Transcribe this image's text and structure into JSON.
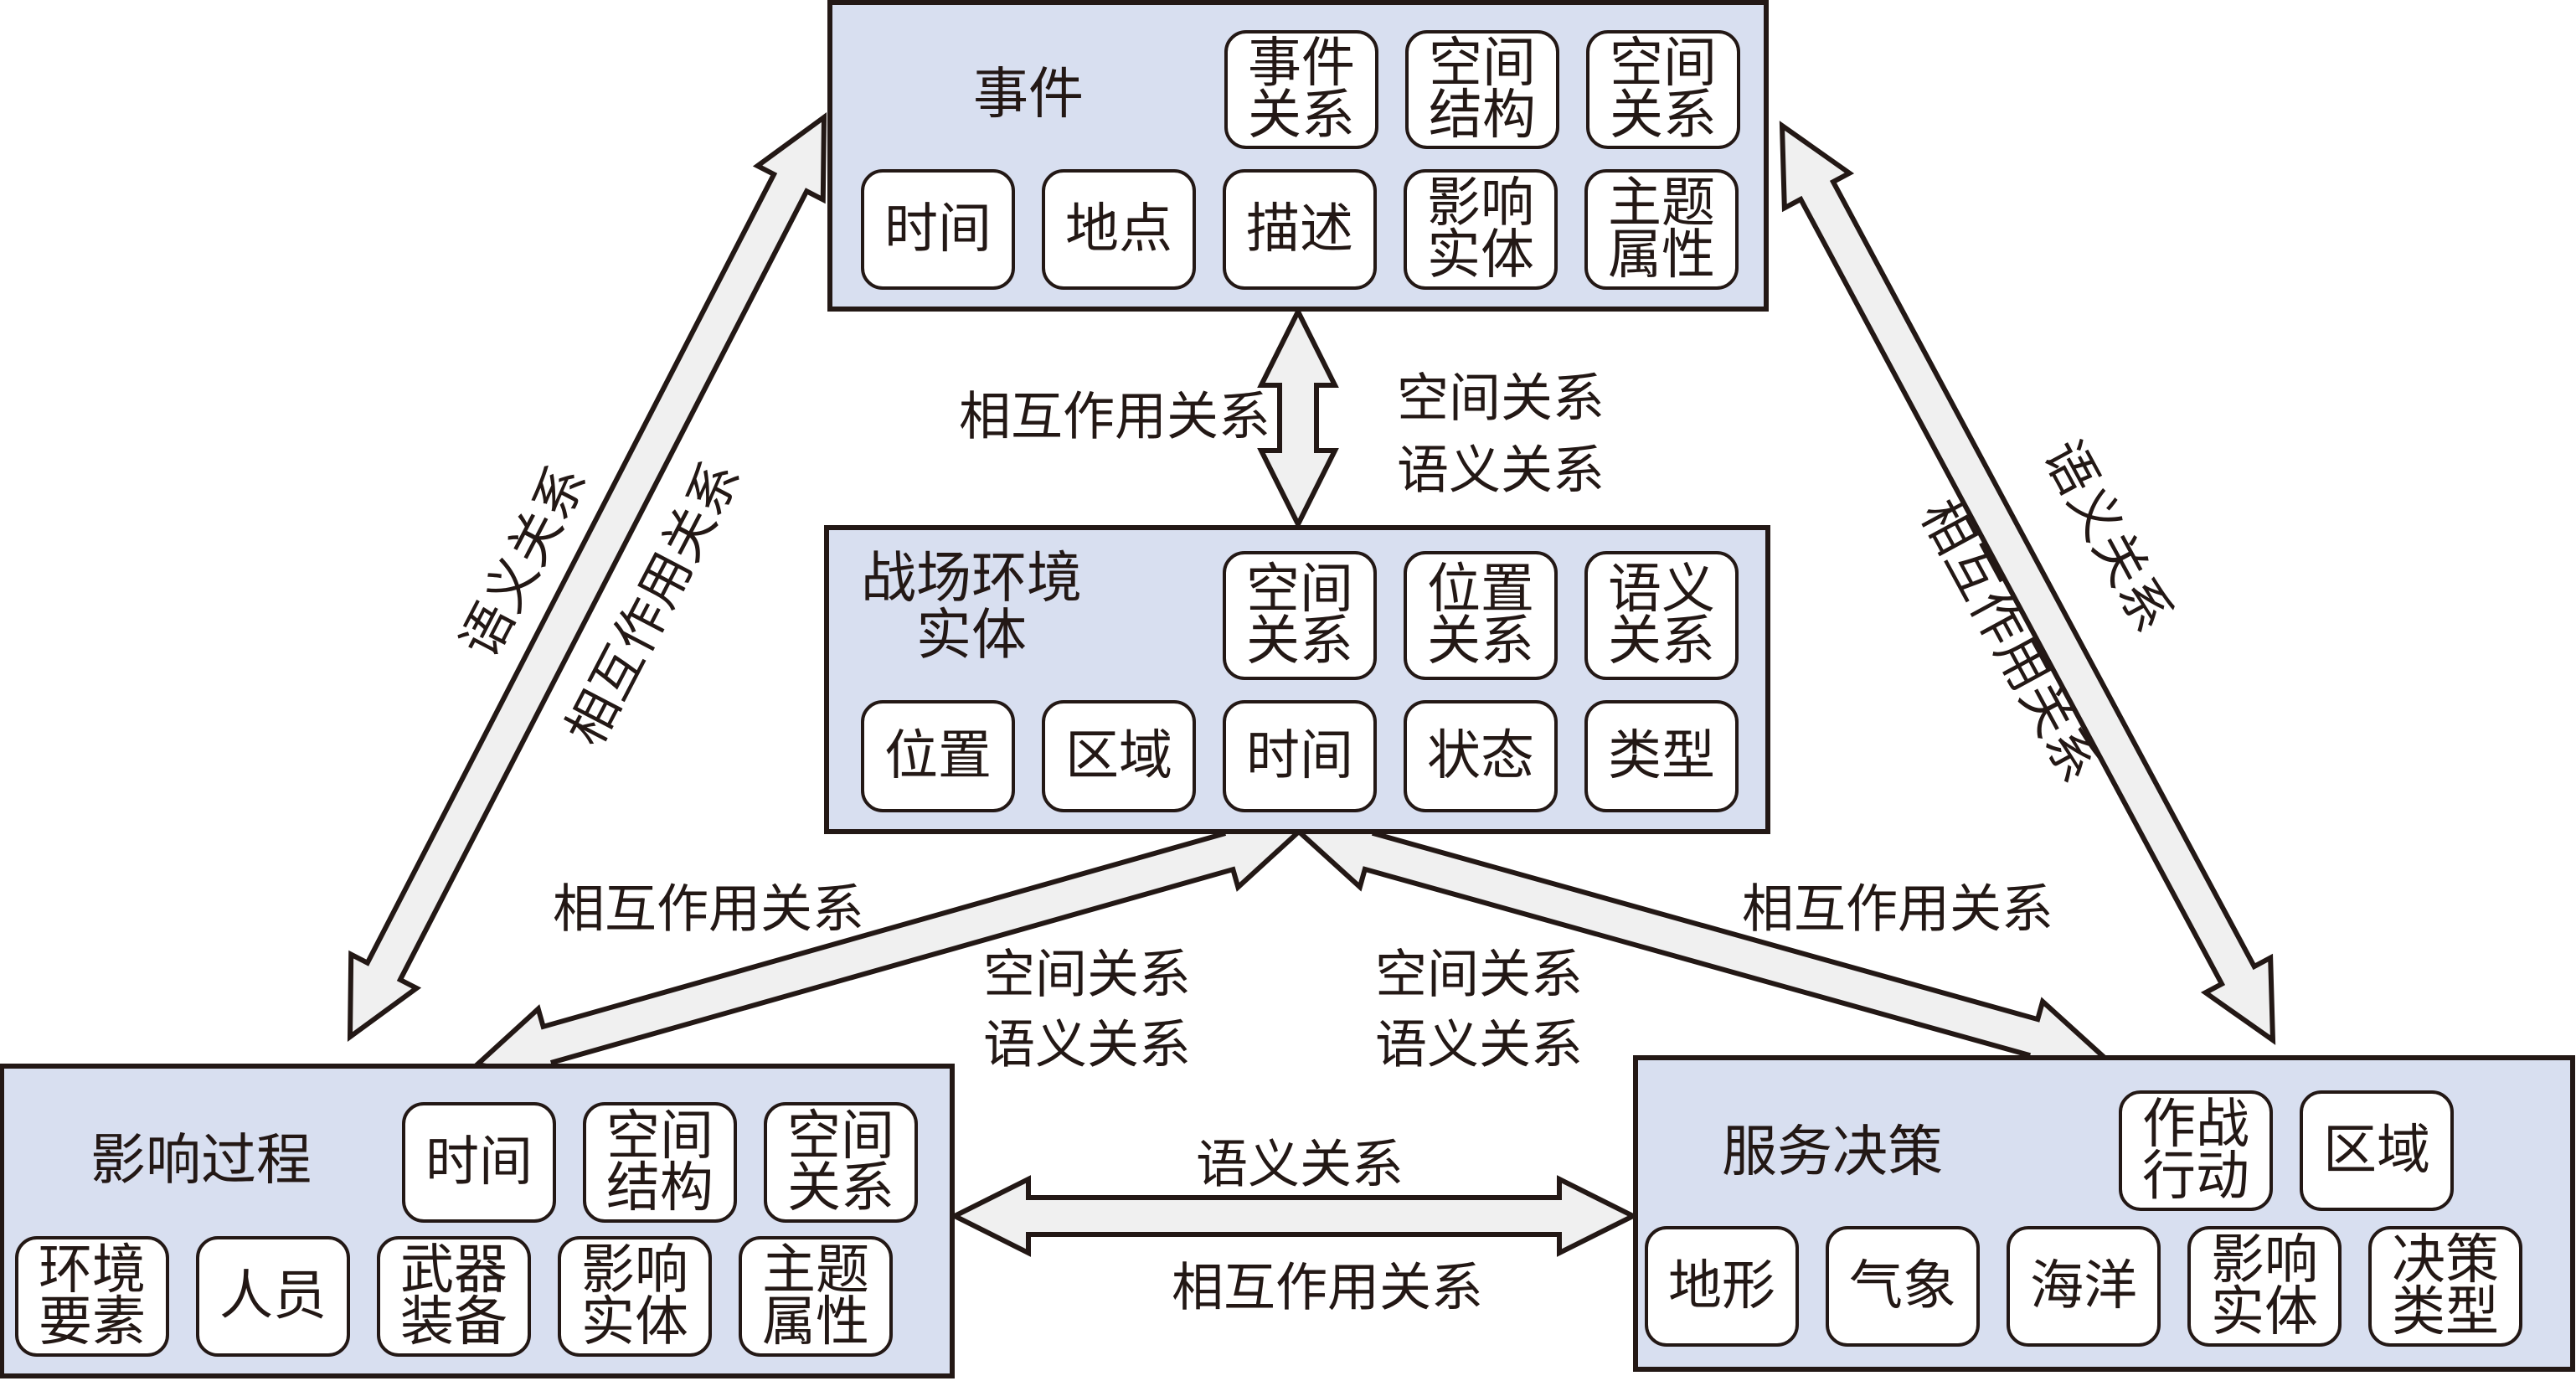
{
  "diagram": {
    "nodes": {
      "event": {
        "title": [
          "事件"
        ],
        "row1": [
          [
            "事件",
            "关系"
          ],
          [
            "空间",
            "结构"
          ],
          [
            "空间",
            "关系"
          ]
        ],
        "row2": [
          [
            "时间"
          ],
          [
            "地点"
          ],
          [
            "描述"
          ],
          [
            "影响",
            "实体"
          ],
          [
            "主题",
            "属性"
          ]
        ]
      },
      "entity": {
        "title": [
          "战场环境",
          "实体"
        ],
        "row1": [
          [
            "空间",
            "关系"
          ],
          [
            "位置",
            "关系"
          ],
          [
            "语义",
            "关系"
          ]
        ],
        "row2": [
          [
            "位置"
          ],
          [
            "区域"
          ],
          [
            "时间"
          ],
          [
            "状态"
          ],
          [
            "类型"
          ]
        ]
      },
      "process": {
        "title": [
          "影响过程"
        ],
        "row1": [
          [
            "时间"
          ],
          [
            "空间",
            "结构"
          ],
          [
            "空间",
            "关系"
          ]
        ],
        "row2": [
          [
            "环境",
            "要素"
          ],
          [
            "人员"
          ],
          [
            "武器",
            "装备"
          ],
          [
            "影响",
            "实体"
          ],
          [
            "主题",
            "属性"
          ]
        ]
      },
      "decision": {
        "title": [
          "服务决策"
        ],
        "row1": [
          [
            "作战",
            "行动"
          ],
          [
            "区域"
          ]
        ],
        "row2": [
          [
            "地形"
          ],
          [
            "气象"
          ],
          [
            "海洋"
          ],
          [
            "影响",
            "实体"
          ],
          [
            "决策",
            "类型"
          ]
        ]
      }
    },
    "edges": {
      "event_entity": {
        "left": [
          "相互作用关系"
        ],
        "right": [
          "空间关系",
          "语义关系"
        ]
      },
      "event_process": {
        "outer": "语义关系",
        "inner": "相互作用关系"
      },
      "event_decision": {
        "outer": "语义关系",
        "inner": "相互作用关系"
      },
      "entity_process": {
        "top": [
          "相互作用关系"
        ],
        "bottom": [
          "空间关系",
          "语义关系"
        ]
      },
      "entity_decision": {
        "top": [
          "相互作用关系"
        ],
        "bottom": [
          "空间关系",
          "语义关系"
        ]
      },
      "process_decision": {
        "top": [
          "语义关系"
        ],
        "bottom": [
          "相互作用关系"
        ]
      }
    },
    "colors": {
      "panel": "#d8dff0",
      "chip": "#ffffff",
      "arrow_fill": "#f0f0f0",
      "stroke": "#231815"
    }
  }
}
